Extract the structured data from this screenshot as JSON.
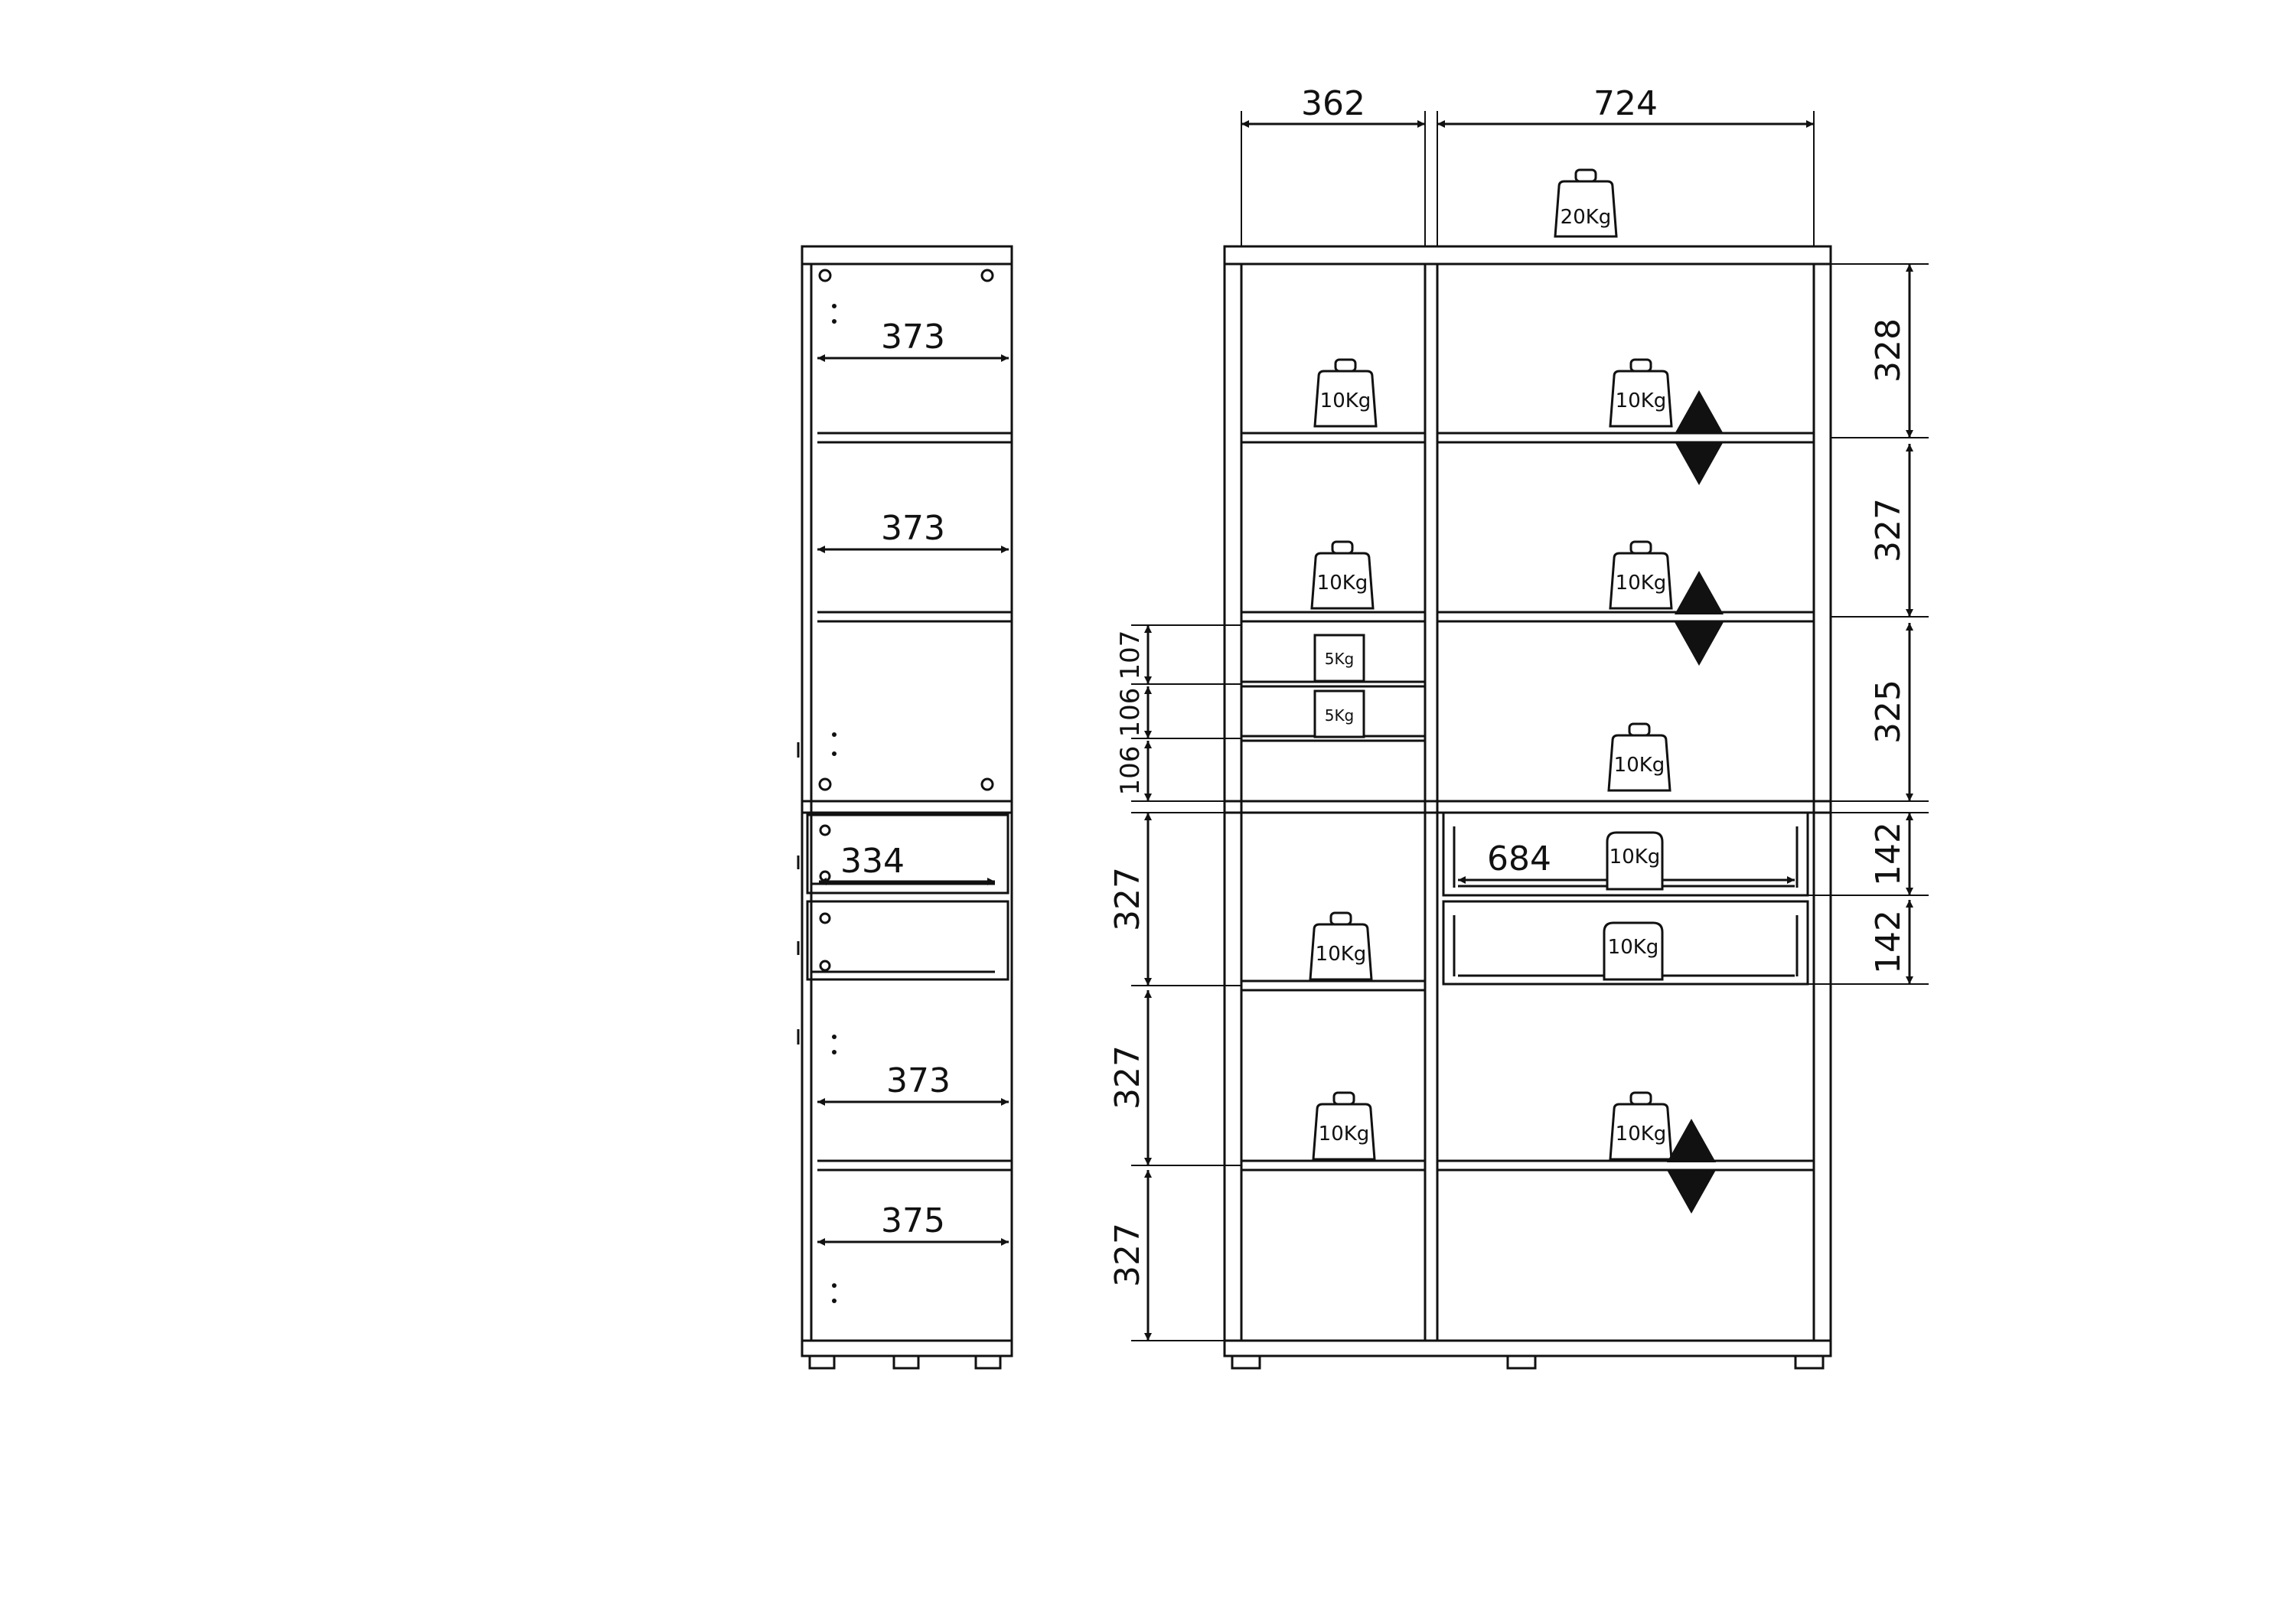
{
  "diagram": {
    "side_view": {
      "shelf_depths": [
        "373",
        "373",
        "373",
        "375"
      ],
      "drawer_depth": "334"
    },
    "front_view": {
      "top_widths": [
        "362",
        "724"
      ],
      "drawer_width": "684",
      "right_heights": [
        "328",
        "327",
        "325",
        "142",
        "142"
      ],
      "left_heights": [
        "107",
        "106",
        "106",
        "327",
        "327",
        "327"
      ]
    },
    "weights": {
      "top": "20Kg",
      "shelf": "10Kg",
      "small_shelf": "5Kg"
    }
  }
}
